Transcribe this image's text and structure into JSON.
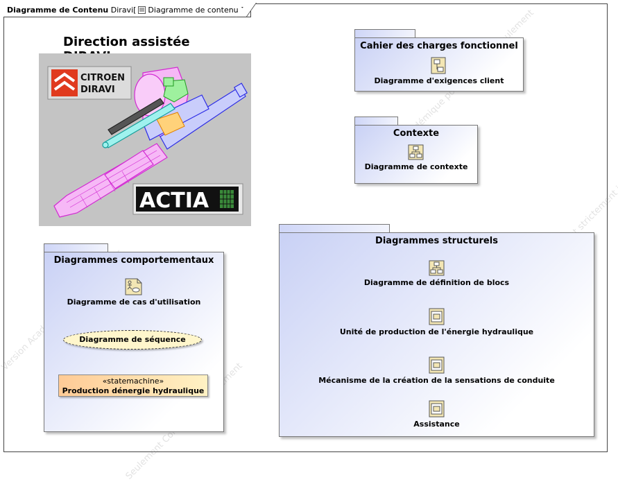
{
  "frame": {
    "kind": "Diagramme de Contenu",
    "path": "Diravi",
    "diagram_name": "Diagramme de contenu"
  },
  "title": {
    "line1": "Direction assistée",
    "line2": "DIRAVI"
  },
  "logos": {
    "citroen_line1": "CITROEN",
    "citroen_line2": "DIRAVI",
    "actia": "ACTIA"
  },
  "packages": {
    "cahier": {
      "name": "Cahier des charges fonctionnel",
      "items": [
        "Diagramme d'exigences client"
      ]
    },
    "contexte": {
      "name": "Contexte",
      "items": [
        "Diagramme de contexte"
      ]
    },
    "comportementaux": {
      "name": "Diagrammes comportementaux",
      "use_case": "Diagramme de cas d'utilisation",
      "sequence": "Diagramme de séquence",
      "statemachine_stereotype": "«statemachine»",
      "statemachine_name": "Production dénergie hydraulique"
    },
    "structurels": {
      "name": "Diagrammes structurels",
      "items": [
        "Diagramme de définition de blocs",
        "Unité de production de l'énergie hydraulique",
        "Mécanisme de la création de la sensations de conduite",
        "Assistance"
      ]
    }
  },
  "colors": {
    "package_fill": "#c9d1f5",
    "statemachine_fill": "#ffe3ae",
    "sequence_fill": "#fff6cc",
    "icon_fill": "#f3e6b4",
    "citroen_red": "#e03a1e"
  }
}
